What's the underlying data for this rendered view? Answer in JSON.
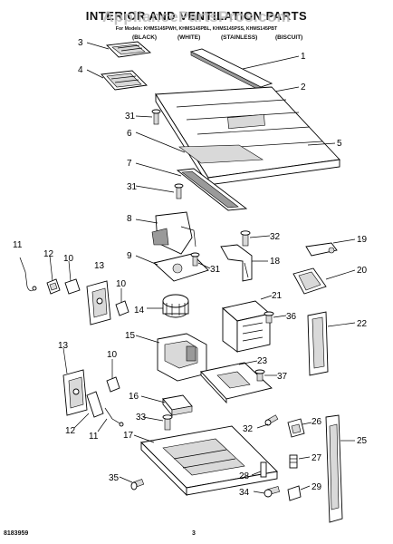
{
  "header": {
    "title": "INTERIOR AND VENTILATION PARTS",
    "watermark": "AppliancePartsPros.com",
    "models": "For Models: KHMS145PWH, KHMS145PBL, KHMS145PSS, KHMS145PBT",
    "finishes": [
      "(BLACK)",
      "(WHITE)",
      "(STAINLESS)",
      "(BISCUIT)"
    ]
  },
  "footer": {
    "code": "8183959",
    "page": "3"
  },
  "callouts": [
    "1",
    "2",
    "3",
    "4",
    "5",
    "6",
    "7",
    "8",
    "9",
    "10",
    "11",
    "12",
    "13",
    "14",
    "15",
    "16",
    "17",
    "18",
    "19",
    "20",
    "21",
    "22",
    "23",
    "25",
    "26",
    "27",
    "28",
    "29",
    "31",
    "32",
    "33",
    "34",
    "35",
    "36",
    "37"
  ]
}
